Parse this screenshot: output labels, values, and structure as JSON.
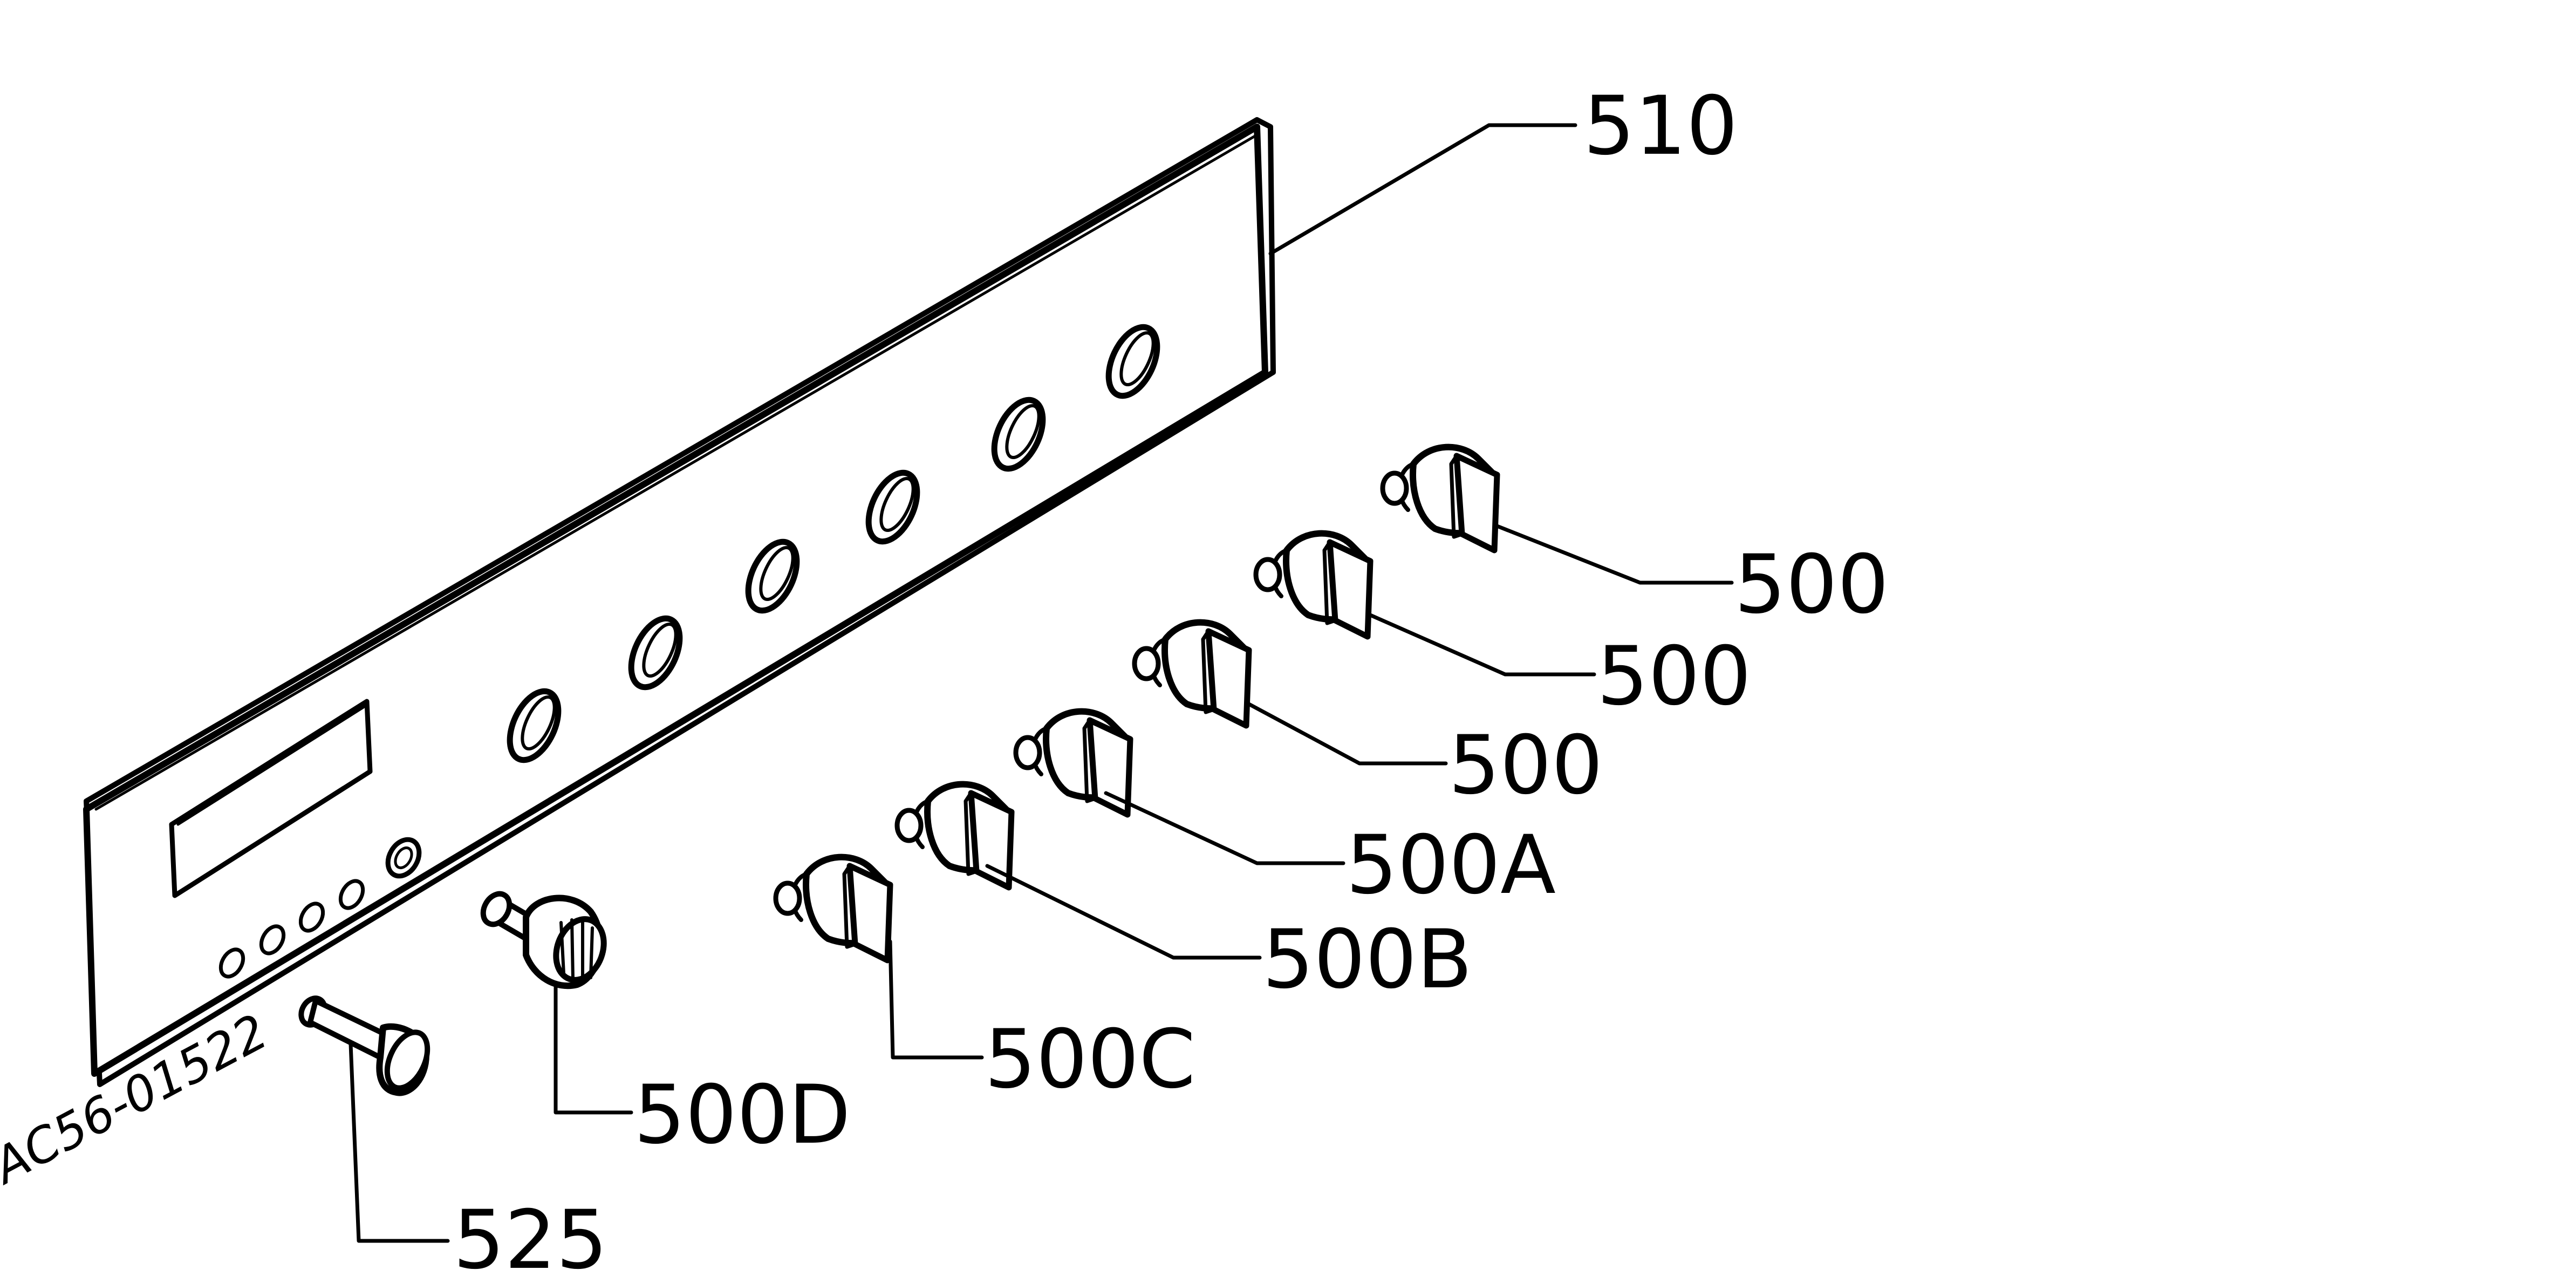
{
  "diagram": {
    "type": "exploded-parts-diagram",
    "colors": {
      "ink": "#000000",
      "background": "#ffffff"
    },
    "drawing_code": "AC56-01522",
    "callouts": [
      {
        "id": "panel",
        "text": "510"
      },
      {
        "id": "knob-1",
        "text": "500"
      },
      {
        "id": "knob-2",
        "text": "500"
      },
      {
        "id": "knob-3",
        "text": "500"
      },
      {
        "id": "knob-a",
        "text": "500A"
      },
      {
        "id": "knob-b",
        "text": "500B"
      },
      {
        "id": "knob-c",
        "text": "500C"
      },
      {
        "id": "knob-d",
        "text": "500D"
      },
      {
        "id": "push-button",
        "text": "525"
      }
    ]
  }
}
